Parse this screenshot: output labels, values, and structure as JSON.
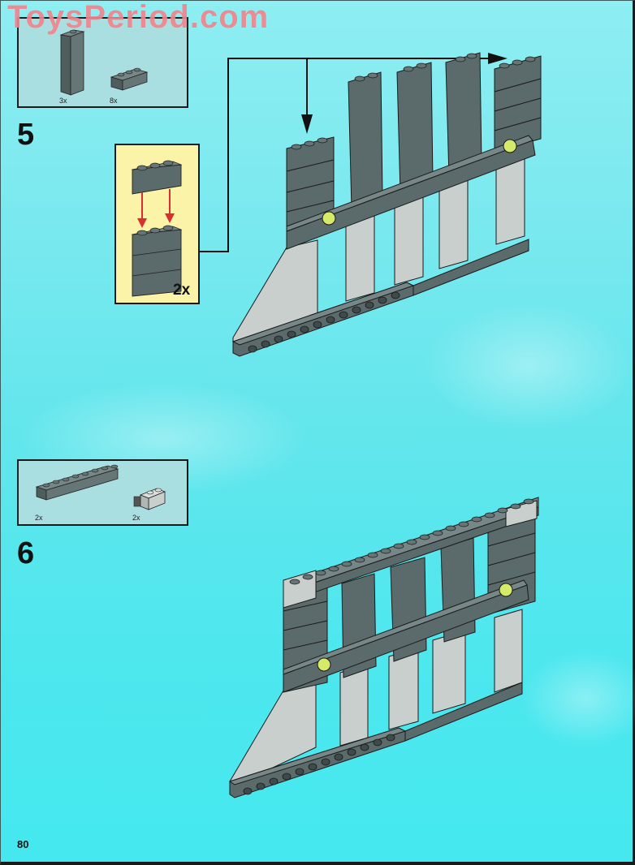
{
  "watermark": "ToysPeriod.com",
  "page_number": "80",
  "colors": {
    "background_top": "#8eeef2",
    "background_bottom": "#45e8ef",
    "parts_box_bg": "#a9dfe0",
    "subassembly_bg": "#fbf3a8",
    "dark_gray_brick": "#5b6a6a",
    "light_gray_brick": "#c9cfcc",
    "lime_stud": "#d6ea6a",
    "arrow_red": "#d83030",
    "watermark": "#f06e78"
  },
  "steps": [
    {
      "number": "5",
      "parts": [
        {
          "icon": "brick-1x2x5-dark-gray",
          "qty": "3x"
        },
        {
          "icon": "brick-1x3-dark-gray",
          "qty": "8x"
        }
      ],
      "subassembly": {
        "icon": "stacked-bricks-1x3",
        "qty": "2x"
      },
      "assembly_icon": "wall-frame-step5"
    },
    {
      "number": "6",
      "parts": [
        {
          "icon": "brick-1x8-dark-gray",
          "qty": "2x"
        },
        {
          "icon": "brick-1x2-clip-light-gray",
          "qty": "2x"
        }
      ],
      "assembly_icon": "wall-frame-step6"
    }
  ]
}
